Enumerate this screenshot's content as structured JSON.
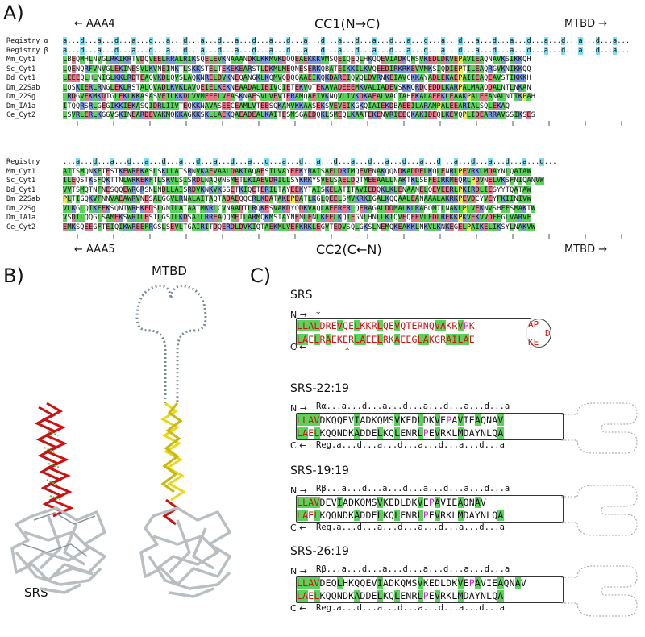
{
  "panels": {
    "a": "A)",
    "b": "B)",
    "c": "C)"
  },
  "panel_a": {
    "top": {
      "left": "AAA4",
      "center": "CC1(N→C)",
      "right": "MTBD"
    },
    "bottom": {
      "left": "AAA5",
      "center": "CC2(C←N)",
      "right": "MTBD"
    },
    "block1": [
      {
        "name": "Registry α",
        "seq": "a...d...a...d...a...d...a...d...a...d...a...d...a...d...a...d...a...d...a...d...a...d...a...d...a...d...a...d...a...d...a...d...a..."
      },
      {
        "name": "Registry β",
        "seq": "a...d...a...d...a...d...a...d...a...d...a...d...a...d...a...d...a...d...a...d...a...d...a...d...a...d...a...d...a...d...a...d...a..."
      },
      {
        "name": "Mm_Cyt1",
        "seq": "LBEQMHLNVGLRKIKRTVDQVEELRRALRIKSQELEVKNAAANDKLKKMVKDQQEAEKKKVMSQEIQEQLHKQQEVIADKQMSVKEDLDKVEPAVIEAQNAVKSIKKQH"
      },
      {
        "name": "Sc_Cyt1",
        "seq": "LQENQRFVNVGLEKINESVLKVNEINKTLSKKSTELTEKEKEARSTLDKMLMEQNESERKQBATEIKKILKVQEEDIRKRKEVVMKSIQDIEPTILEAQRGVKNIKKQQ"
      },
      {
        "name": "Dd_Cyt1",
        "seq": "LEEEQLHLNIGLKKLRDTEAQVKDLQVSLAQKNRELDVKNEQANGKLKQMVQDQQAAEIKQKDAREIQVQLDVRNKEIAVCKKAYADLEKAEPAIIEAQEAVSTIKKKH"
      },
      {
        "name": "Dm_22Sab",
        "seq": "LQSKIERLRNGLEKLRSTALQVADLKVKLAVQEIELKEKNEAADALIEIVGIETEKVQTEKAVADEEEMKVALIADEVSKKQRDCEDDLKARPALMAAQDALNTLNKAN"
      },
      {
        "name": "Dm_22Sg",
        "seq": "LRDGVEKMKDTGLEKLKKASASVEILKKDLVVMEEELVEASKNAESVLVEVTERAMQAEIVKNQVLIVKDKAEALVACIAHEKALAEEKLEAAKPALEEANALNTIKPAH"
      },
      {
        "name": "Dm_IA1a",
        "seq": "ITQQRSRLGEGIKKIEKASQIDRLIIVTEQKKNAVASEECEAMLVTEESQKANVKKAASEKSVEVEIKGKQIAIEKDBAEEILARAMPALEEARIALSQLEKAQ"
      },
      {
        "name": "Ce_Cyt2",
        "seq": "LSVRLERLKGGVSKINEARDEVAKMQKKAGKKSKLLAEKQAEADEALKAITESMSGAEDQKLSMEQLKAATEKENVRIEEQKAKIDEQLKEVQPLIDEARRAVGSIKSES"
      }
    ],
    "block2": [
      {
        "name": "Registry",
        "seq": "...a...d...a...d...a...d...a...d...a...d...a...d...a...d...a...d...a...d...a...d...a...d...a...d...a...d...a...d..."
      },
      {
        "name": "Mm_Cyt1",
        "seq": "AITSMQNKFTESTKEWREKASLSKLLATSRNVKAEVAALDAKIAQAESILVAYEEKYRAISAELDRIMQEVENAKQQNDKADDELKQLENRLPEVRKLMDAYNLQAIAW"
      },
      {
        "name": "Sc_Cyt1",
        "seq": "ILEQSTKSFQKTTNLWRKEKFTLSKVLSISRDLNAQVNSMETLKIAEVDRILLSYKRKYSVELSAELDQTMEEAALLNAKTKLSBFEIRKMEQRLPDVNELVKSFNIQANVW"
      },
      {
        "name": "Dd_Cyt1",
        "seq": "VVTSMQTNFNESQQEWRGRSNLNDLLAISRDVKNKVKSSETKIQETERILTAYEEKYTAISKELATITAVIEDQKLKLENAANELQEVEERLPKIRDLIESYYTQATAW"
      },
      {
        "name": "Dm_22Sab",
        "seq": "PLTIGQKVFNNVAEAWRVNESALGGVLRNALAITAQTADAEQQCRLKDATAKEPDATLKGLQEELSMVKRKIGALKQQAALEANAAALAKRKPEVDCYVEYFKIINIVW"
      },
      {
        "name": "Dm_22Sg",
        "seq": "VLKGLQIKFEKSQNTWRHKEDSLGNILATAATMKRLCVNAADTLRQKESVAKDYQDKVAQLAEERERLQERAGALDDMALKLRABQMTLNAKLPLVEKNVSHFFSMAKTW"
      },
      {
        "name": "Dm_IA1a",
        "seq": "VSDILQQGLSAMEKSWRILESTLGSILKDSAILRREAQQMETLARMQKMSTAYNENLENLKEELKQIEGNLHNLLKIQVEQEEVLFDLREKKPKVEKVVDFFGLVARVF"
      },
      {
        "name": "Ce_Cyt2",
        "seq": "EMKSQEEGFTEIQIKWREEFRGSLSEVLTGAIRITDQERDLDVKIQTAEKMLVEFKRKLEGVTEDVSQLGKSLNEMQKEAKKLNKVLKNKEGELPAIKELIKSYLNAKVW"
      }
    ]
  },
  "panel_b": {
    "mtbd": "MTBD",
    "srs": "SRS"
  },
  "panel_c": {
    "srs": {
      "title": "SRS",
      "n_label": "N",
      "c_label": "C",
      "top_seq": "LLALDREVQELKKRLQEVQTERNQVAKRVPK",
      "bottom_seq": "LAELRAEKERLAEELRKAEEGLAKGRAILAE",
      "loop_top": "AP",
      "loop_mid": "D",
      "loop_bottom": "KE",
      "star": "*"
    },
    "constructs": [
      {
        "title": "SRS-22:19",
        "reg_top": "Rα...a...d...a...d...a...d...a...d...a",
        "top_seq": "LLAVDKQQEVIADKQMSVKEDLDKVEPAVIEAQNAV",
        "bottom_seq": "LAELKQQNDKADDELKQLENRLPEVRKLMDAYNLQA",
        "reg_bottom": "Reg.a...d...a...d...a...d...a...d...a",
        "n_label": "N",
        "c_label": "C"
      },
      {
        "title": "SRS-19:19",
        "reg_top": "Rβ...a...d...a...d...a...d...a...d...a",
        "top_seq": "LLAVDEVIADKQMSVKEDLDKVEPAVIEAQNAV",
        "bottom_seq": "LAELKQQNDKADDELKQLENRLPEVRKLMDAYNLQA",
        "reg_bottom": "Reg.a...d...a...d...a...d...a...d...a",
        "n_label": "N",
        "c_label": "C"
      },
      {
        "title": "SRS-26:19",
        "reg_top": "Rβ...a...d...a...d...a...d...a...d...a",
        "top_seq": "LLAVDEQLHKQQEVIADKQMSVKEDLDKVEPAVIEAQNAV",
        "bottom_seq": "LAELKQQNDKADDELKQLENRLPEVRKLMDAYNLQA",
        "reg_bottom": "Reg.a...d...a...d...a...d...a...d...a",
        "n_label": "N",
        "c_label": "C"
      }
    ]
  },
  "colors": {
    "green": "#5ad35a",
    "cyan": "#7fdcec",
    "blue": "#7f9ae0",
    "red": "#e8788a",
    "magenta": "#d21fd2",
    "helix_red": "#d01010",
    "helix_yellow": "#e8d81c",
    "protein_grey": "#b8bec2"
  }
}
